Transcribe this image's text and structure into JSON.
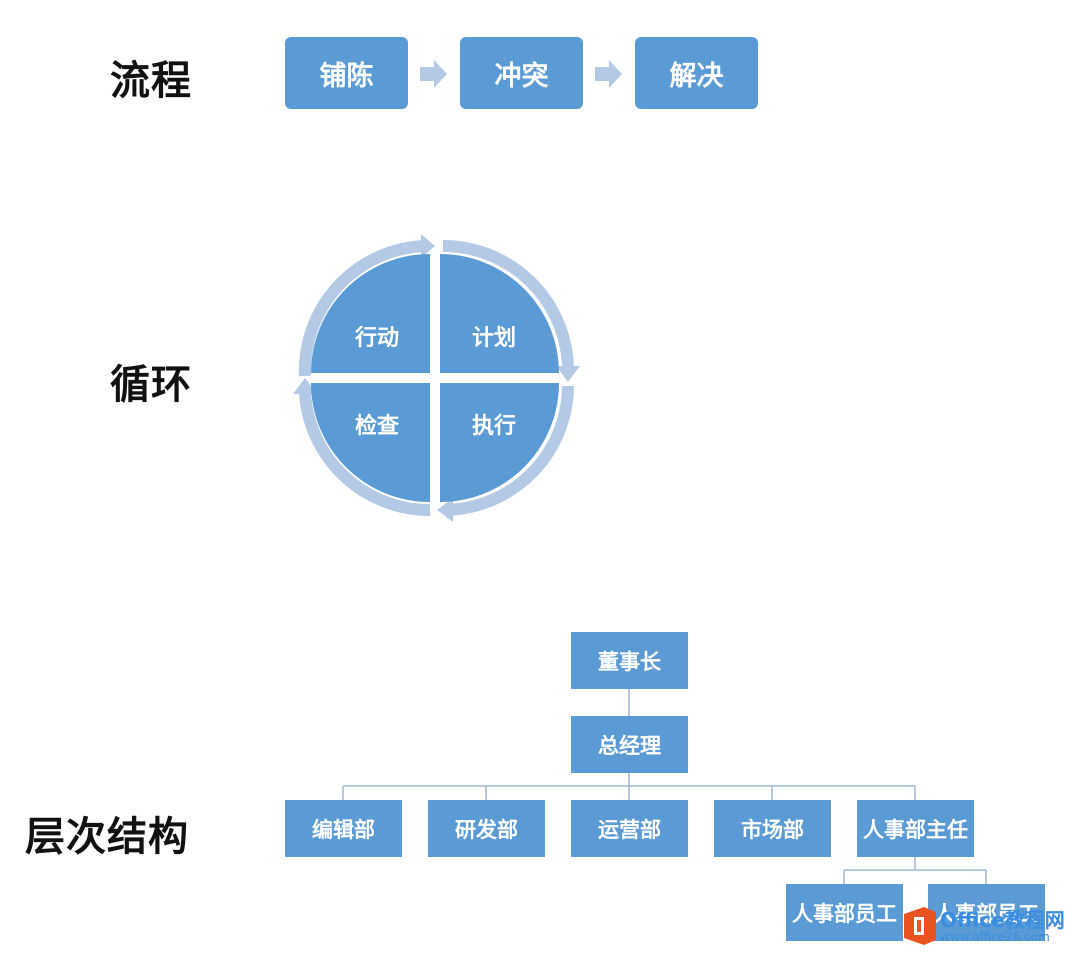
{
  "sections": {
    "process_label": "流程",
    "cycle_label": "循环",
    "hierarchy_label": "层次结构"
  },
  "process": {
    "steps": [
      "铺陈",
      "冲突",
      "解决"
    ]
  },
  "cycle": {
    "items": [
      "行动",
      "计划",
      "检查",
      "执行"
    ]
  },
  "hierarchy": {
    "chairman": "董事长",
    "gm": "总经理",
    "departments": [
      "编辑部",
      "研发部",
      "运营部",
      "市场部",
      "人事部主任"
    ],
    "hr_staff": [
      "人事部员工",
      "人事部员工"
    ]
  },
  "watermark": {
    "title": "Office教程网",
    "url": "www.office26.com"
  },
  "colors": {
    "box": "#5b9bd5",
    "arrow_light": "#b4c9e6",
    "connector": "#9fb7d6"
  }
}
